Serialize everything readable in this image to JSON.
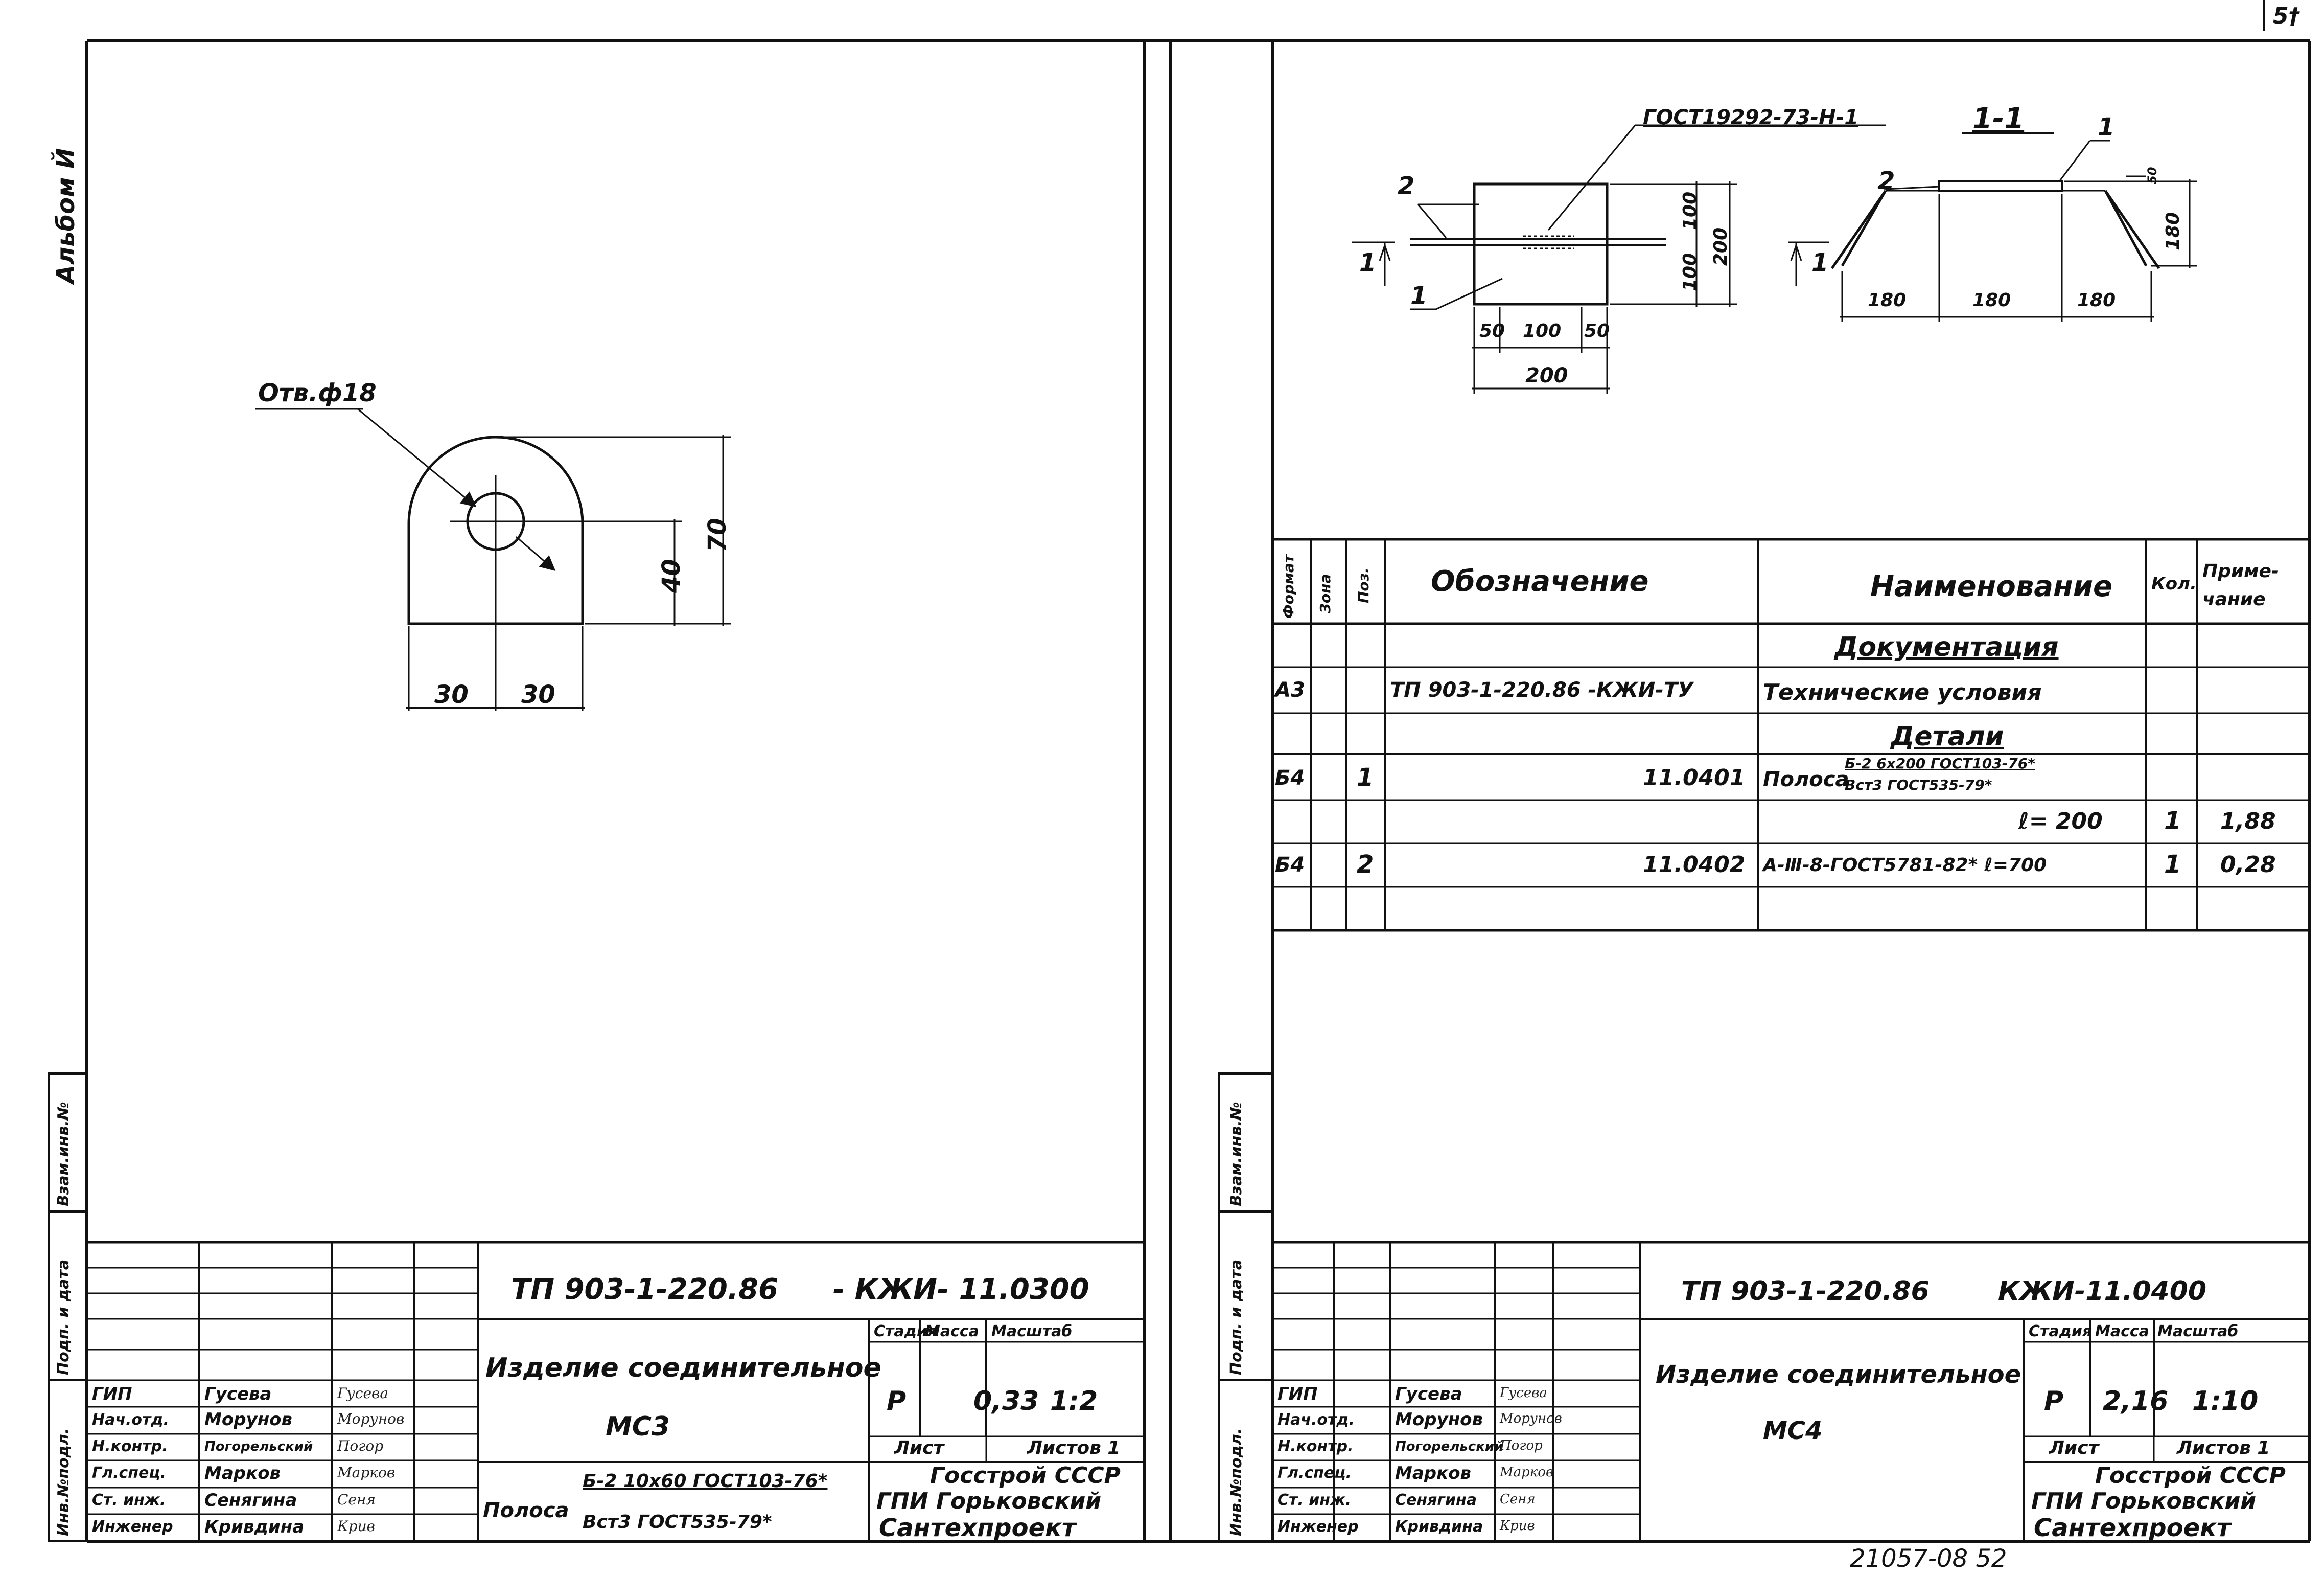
{
  "page": {
    "corner_number": "5†",
    "bottom_number": "21057-08   52",
    "album_label": "Альбом Й"
  },
  "side_stamp": {
    "labels": [
      "Инв.№подл.",
      "Подп. и дата",
      "Взам.инв.№"
    ]
  },
  "left_sheet": {
    "hole_label": "Отв.ф18",
    "dims": {
      "w1": "30",
      "w2": "30",
      "h_total": "70",
      "h_hole": "40"
    },
    "title_block": {
      "code": "ТП 903-1-220.86",
      "code_suffix": "- КЖИ- 11.0300",
      "item_name": "Изделие соединительное",
      "item_mark": "МС3",
      "stage_header": "Стадия",
      "mass_header": "Масса",
      "scale_header": "Масштаб",
      "stage": "Р",
      "mass": "0,33",
      "scale": "1:2",
      "sheet_label": "Лист",
      "sheets_label": "Листов 1",
      "org_line1": "Госстрой СССР",
      "org_line2": "ГПИ Горьковский",
      "org_line3": "Сантехпроект",
      "material_prefix": "Полоса",
      "material_top": "Б-2 10х60 ГОСТ103-76*",
      "material_bottom": "Вст3     ГОСТ535-79*",
      "staff": [
        {
          "role": "ГИП",
          "name": "Гусева",
          "sign": "Гусева"
        },
        {
          "role": "Нач.отд.",
          "name": "Морунов",
          "sign": "Морунов"
        },
        {
          "role": "Н.контр.",
          "name": "Погорельский",
          "sign": "Погор"
        },
        {
          "role": "Гл.спец.",
          "name": "Марков",
          "sign": "Марков"
        },
        {
          "role": "Ст. инж.",
          "name": "Сенягина",
          "sign": "Сеня"
        },
        {
          "role": "Инженер",
          "name": "Кривдина",
          "sign": "Крив"
        }
      ]
    }
  },
  "right_sheet": {
    "plan_dims": {
      "d50a": "50",
      "d100": "100",
      "d50b": "50",
      "d200w": "200",
      "d100a": "100",
      "d100b": "100",
      "d200h": "200"
    },
    "plan_labels": {
      "cut_left": "1",
      "cut_right": "1",
      "pos1": "1",
      "pos2": "2"
    },
    "gost_label": "ГОСТ19292-73-Н-1",
    "section_title": "1-1",
    "section_labels": {
      "pos1": "1",
      "pos2": "2"
    },
    "section_dims": {
      "a": "180",
      "b": "180",
      "c": "180",
      "h": "180",
      "t": "50"
    },
    "spec_table": {
      "headers": {
        "format": "Формат",
        "zone": "Зона",
        "pos": "Поз.",
        "designation": "Обозначение",
        "name": "Наименование",
        "qty": "Кол.",
        "note_line1": "Приме-",
        "note_line2": "чание"
      },
      "section_docs": "Документация",
      "section_details": "Детали",
      "rows": [
        {
          "format": "А3",
          "pos": "",
          "designation": "ТП 903-1-220.86 -КЖИ-ТУ",
          "name": "Технические условия",
          "qty": "",
          "note": ""
        },
        {
          "format": "Б4",
          "pos": "1",
          "designation": "11.0401",
          "name_prefix": "Полоса",
          "name_top": "Б-2   6х200 ГОСТ103-76*",
          "name_bottom": "Вст3      ГОСТ535-79*",
          "qty": "",
          "note": ""
        },
        {
          "format": "",
          "pos": "",
          "designation": "",
          "name": "ℓ= 200",
          "qty": "1",
          "note": "1,88"
        },
        {
          "format": "Б4",
          "pos": "2",
          "designation": "11.0402",
          "name": "А-Ⅲ-8-ГОСТ5781-82* ℓ=700",
          "qty": "1",
          "note": "0,28"
        }
      ]
    },
    "title_block": {
      "code": "ТП 903-1-220.86",
      "code_suffix": "КЖИ-11.0400",
      "item_name": "Изделие соединительное",
      "item_mark": "МС4",
      "stage_header": "Стадия",
      "mass_header": "Масса",
      "scale_header": "Масштаб",
      "stage": "Р",
      "mass": "2,16",
      "scale": "1:10",
      "sheet_label": "Лист",
      "sheets_label": "Листов 1",
      "org_line1": "Госстрой СССР",
      "org_line2": "ГПИ Горьковский",
      "org_line3": "Сантехпроект",
      "staff": [
        {
          "role": "ГИП",
          "name": "Гусева",
          "sign": "Гусева"
        },
        {
          "role": "Нач.отд.",
          "name": "Морунов",
          "sign": "Морунов"
        },
        {
          "role": "Н.контр.",
          "name": "Погорельский",
          "sign": "Погор"
        },
        {
          "role": "Гл.спец.",
          "name": "Марков",
          "sign": "Марков"
        },
        {
          "role": "Ст. инж.",
          "name": "Сенягина",
          "sign": "Сеня"
        },
        {
          "role": "Инженер",
          "name": "Кривдина",
          "sign": "Крив"
        }
      ]
    }
  }
}
